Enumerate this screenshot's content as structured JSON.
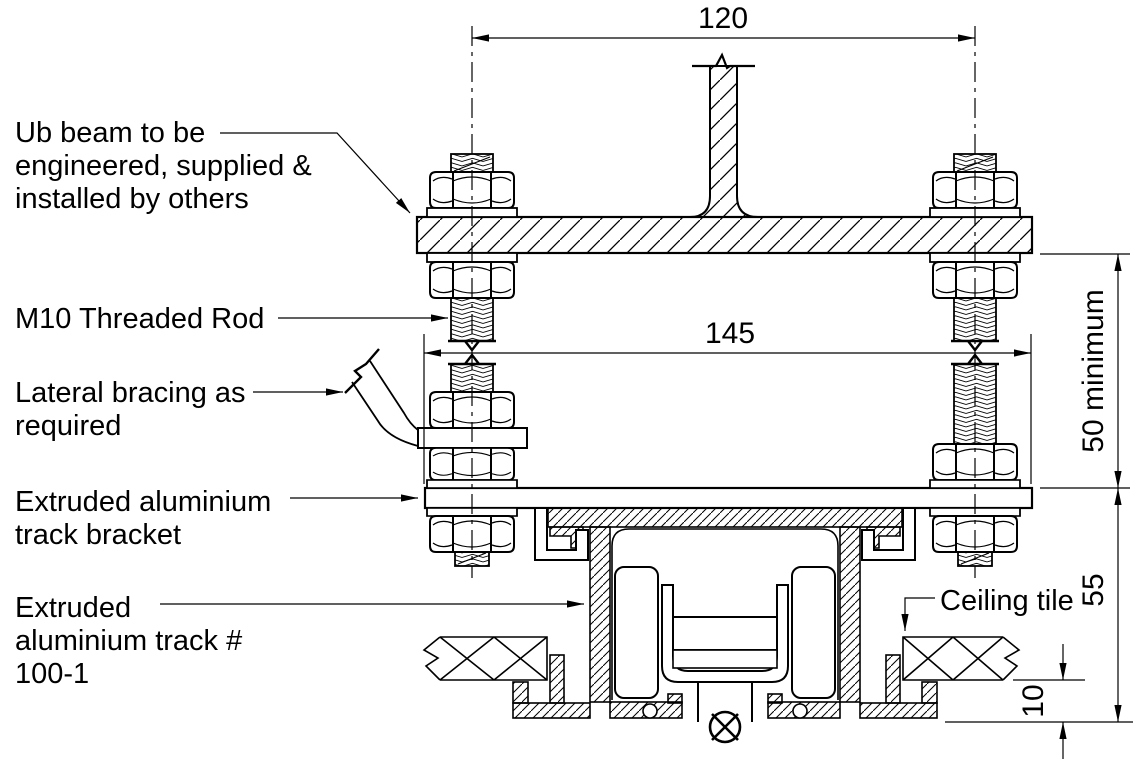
{
  "labels": {
    "ub_beam_line1": "Ub beam to be",
    "ub_beam_line2": "engineered, supplied &",
    "ub_beam_line3": "installed by others",
    "m10_rod": "M10 Threaded Rod",
    "lateral_bracing_line1": "Lateral bracing as",
    "lateral_bracing_line2": "required",
    "track_bracket_line1": "Extruded aluminium",
    "track_bracket_line2": "track bracket",
    "track_line1": "Extruded",
    "track_line2": "aluminium track #",
    "track_line3": "100-1",
    "ceiling_tile": "Ceiling tile"
  },
  "dimensions": {
    "rod_spacing_mm": "120",
    "bracket_width_mm": "145",
    "clearance_min": "50 minimum",
    "track_zone_mm": "55",
    "tile_offset_mm": "10"
  },
  "colors": {
    "line": "#000000",
    "background": "#ffffff"
  }
}
